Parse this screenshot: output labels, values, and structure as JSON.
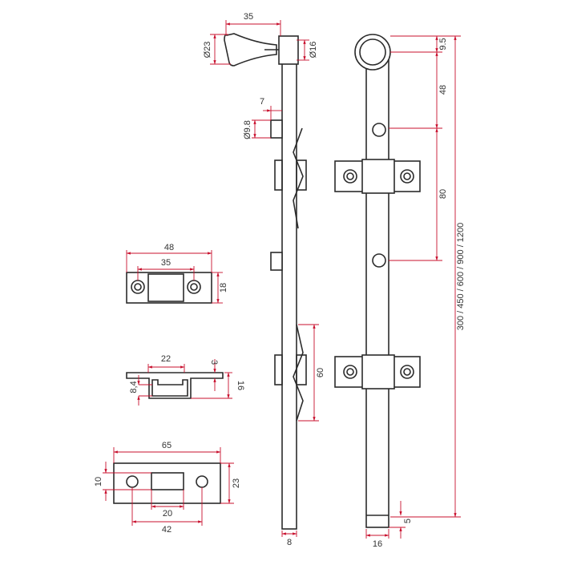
{
  "colors": {
    "outline": "#2b2b2b",
    "dimension": "#c8102e"
  },
  "side_view": {
    "knob_length": "35",
    "knob_diameter": "Ø23",
    "collar_diameter": "Ø16",
    "stud_offset": "7",
    "stud_diameter": "Ø9.8",
    "spring_length": "60",
    "rod_width": "8"
  },
  "front_view": {
    "top_radius": "9.5",
    "hole_spacing_1": "48",
    "hole_spacing_2": "80",
    "total_length": "300 / 450 / 600 / 900 / 1200",
    "bar_width": "16",
    "end_gap": "5"
  },
  "keeper": {
    "width": "48",
    "hole_spacing": "35",
    "height": "18"
  },
  "strike_profile": {
    "channel_width": "22",
    "plate_thickness": "3",
    "total_depth": "16",
    "channel_depth": "8,4"
  },
  "strike_plate": {
    "width": "65",
    "slot_height": "10",
    "height": "23",
    "slot_width": "20",
    "hole_spacing": "42"
  }
}
